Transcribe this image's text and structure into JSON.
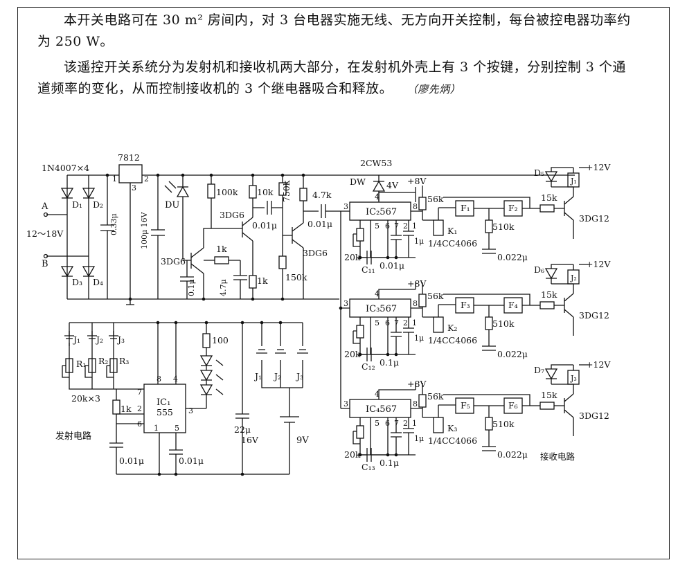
{
  "description": {
    "p1": "本开关电路可在 30 m² 房间内，对 3 台电器实施无线、无方向开关控制，每台被控电器功率约为 250 W。",
    "p2": "该遥控开关系统分为发射机和接收机两大部分，在发射机外壳上有 3 个按键，分别控制 3 个通道频率的变化，从而控制接收机的 3 个继电器吸合和释放。",
    "author": "（廖先炳）"
  },
  "schematic": {
    "power": {
      "bridge": "1N4007×4",
      "regulator": "7812",
      "reg_pins": [
        "1",
        "2",
        "3"
      ],
      "input_a": "A",
      "input_b": "B",
      "input_voltage": "12～18V",
      "diodes": [
        "D₁",
        "D₂",
        "D₃",
        "D₄"
      ],
      "cap_small": "0.33μ",
      "cap_big": "100μ 16V"
    },
    "front": {
      "du": "DU",
      "r100k": "100k",
      "r10k": "10k",
      "r750k": "750k",
      "r47k": "4.7k",
      "q1": "3DG6",
      "q2": "3DG6",
      "q3": "3DG6",
      "c001a": "0.01μ",
      "c001b": "0.01μ",
      "r1k": "1k",
      "c01": "0.1μ",
      "c47": "4.7μ",
      "r1k2": "1k",
      "r150k": "150k"
    },
    "receiver": {
      "zener": "2CW53",
      "zener_label": "DW",
      "zener_v": "4V",
      "v8": "+8V",
      "v12": "+12V",
      "channels": [
        {
          "ic": "IC₂567",
          "k": "K₁",
          "fa": "F₁",
          "fb": "F₂",
          "d": "D₅",
          "q": "3DG12",
          "ct": "C₁₁",
          "pin5": "5",
          "c01": "0.01μ",
          "c1": "1μ",
          "cout": "0.022μ"
        },
        {
          "ic": "IC₃567",
          "k": "K₂",
          "fa": "F₃",
          "fb": "F₄",
          "d": "D₆",
          "q": "3DG12",
          "ct": "C₁₂",
          "pin5": "5",
          "c01": "0.1μ",
          "c1": "1μ",
          "cout": "0.022μ"
        },
        {
          "ic": "IC₄567",
          "k": "K₃",
          "fa": "F₅",
          "fb": "F₆",
          "d": "D₇",
          "q": "3DG12",
          "ct": "C₁₃",
          "pin5": "5",
          "c01": "0.1μ",
          "c1": "1μ",
          "cout": "0.022μ"
        }
      ],
      "pins": {
        "p1": "1",
        "p2": "2",
        "p3": "3",
        "p4": "4",
        "p6": "6",
        "p7": "7",
        "p8": "8"
      },
      "r56k": "56k",
      "r510k": "510k",
      "r15k": "15k",
      "r20k": "20k",
      "cd4066": "1/4CC4066",
      "relay": "J",
      "relays": [
        "J₁",
        "J₂",
        "J₃"
      ],
      "receiver_label": "接收电路"
    },
    "transmitter": {
      "switches": [
        "J₁",
        "J₂",
        "J₃"
      ],
      "resistors": [
        "R₁",
        "R₂",
        "R₃"
      ],
      "r_values": "20k×3",
      "ic": "IC₁",
      "ic_part": "555",
      "pins": {
        "p1": "1",
        "p2": "2",
        "p4": "4",
        "p5": "5",
        "p6": "6",
        "p7": "7",
        "p8": "8",
        "p3": "3"
      },
      "r1k": "1k",
      "r100": "100",
      "c_timing": "0.01μ",
      "c_ctrl": "0.01μ",
      "c22": "22μ",
      "c22v": "16V",
      "battery": "9V",
      "label": "发射电路",
      "relay_contacts": [
        "J₁",
        "J₂",
        "J₃"
      ]
    }
  }
}
